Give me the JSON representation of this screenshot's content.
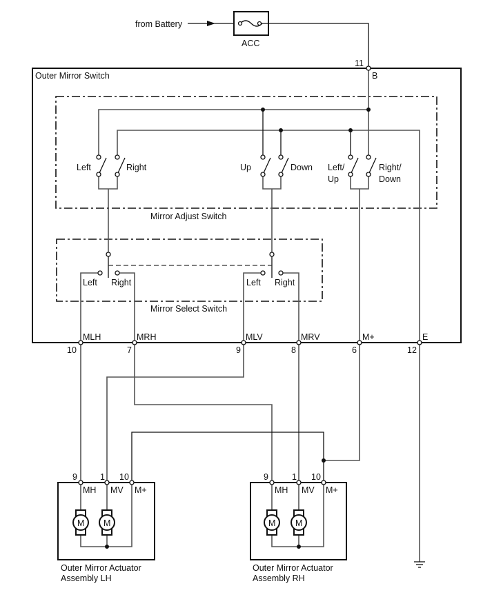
{
  "source": {
    "label": "from Battery"
  },
  "fuse": {
    "label": "ACC"
  },
  "outer_switch": {
    "title": "Outer Mirror Switch",
    "terminal_b_pin": "11",
    "terminal_b_name": "B"
  },
  "adjust_switch": {
    "title": "Mirror Adjust Switch",
    "left": "Left",
    "right": "Right",
    "up": "Up",
    "down": "Down",
    "left_up_1": "Left/",
    "left_up_2": "Up",
    "right_down_1": "Right/",
    "right_down_2": "Down"
  },
  "select_switch": {
    "title": "Mirror Select Switch",
    "left1": "Left",
    "right1": "Right",
    "left2": "Left",
    "right2": "Right"
  },
  "switch_terminals": [
    {
      "name": "MLH",
      "pin": "10"
    },
    {
      "name": "MRH",
      "pin": "7"
    },
    {
      "name": "MLV",
      "pin": "9"
    },
    {
      "name": "MRV",
      "pin": "8"
    },
    {
      "name": "M+",
      "pin": "6"
    },
    {
      "name": "E",
      "pin": "12"
    }
  ],
  "actuator_lh": {
    "title_1": "Outer Mirror Actuator",
    "title_2": "Assembly LH",
    "terminals": [
      {
        "name": "MH",
        "pin": "9"
      },
      {
        "name": "MV",
        "pin": "1"
      },
      {
        "name": "M+",
        "pin": "10"
      }
    ],
    "motor": "M"
  },
  "actuator_rh": {
    "title_1": "Outer Mirror Actuator",
    "title_2": "Assembly RH",
    "terminals": [
      {
        "name": "MH",
        "pin": "9"
      },
      {
        "name": "MV",
        "pin": "1"
      },
      {
        "name": "M+",
        "pin": "10"
      }
    ],
    "motor": "M"
  }
}
